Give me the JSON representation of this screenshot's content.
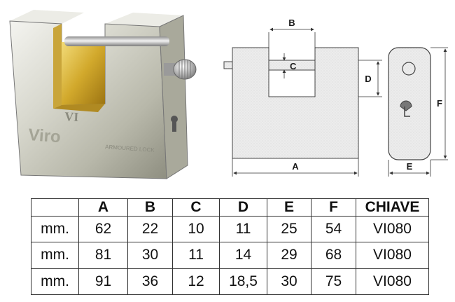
{
  "photo": {
    "brand_mark": "Viro",
    "monogram": "VI",
    "engraving": "ARMOURED LOCK"
  },
  "drawing": {
    "labels": {
      "a": "A",
      "b": "B",
      "c": "C",
      "d": "D",
      "e": "E",
      "f": "F"
    }
  },
  "table": {
    "headers": [
      "",
      "A",
      "B",
      "C",
      "D",
      "E",
      "F",
      "CHIAVE"
    ],
    "rows": [
      [
        "mm.",
        "62",
        "22",
        "10",
        "11",
        "25",
        "54",
        "VI080"
      ],
      [
        "mm.",
        "81",
        "30",
        "11",
        "14",
        "29",
        "68",
        "VI080"
      ],
      [
        "mm.",
        "91",
        "36",
        "12",
        "18,5",
        "30",
        "75",
        "VI080"
      ]
    ]
  }
}
